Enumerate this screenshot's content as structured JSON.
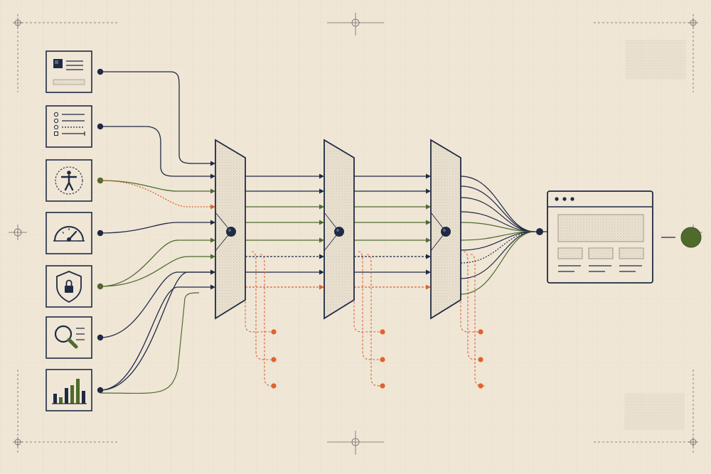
{
  "colors": {
    "background": "#efe6d6",
    "navy": "#1f2a44",
    "green": "#4f6b2c",
    "orange": "#e0622e",
    "panel_fill": "#e9e1d2",
    "grid": "#e3d9c7"
  },
  "input_modules": [
    {
      "icon": "document-layout-icon"
    },
    {
      "icon": "checklist-icon"
    },
    {
      "icon": "accessibility-person-icon"
    },
    {
      "icon": "speedometer-gauge-icon"
    },
    {
      "icon": "security-shield-lock-icon"
    },
    {
      "icon": "magnifier-search-icon"
    },
    {
      "icon": "bar-chart-icon"
    }
  ],
  "pipeline": {
    "stages": 3,
    "main_channels": 8,
    "rejected_branches_per_stage": 3
  },
  "output": {
    "icon": "browser-window-icon",
    "terminal": "green-result-dot"
  }
}
